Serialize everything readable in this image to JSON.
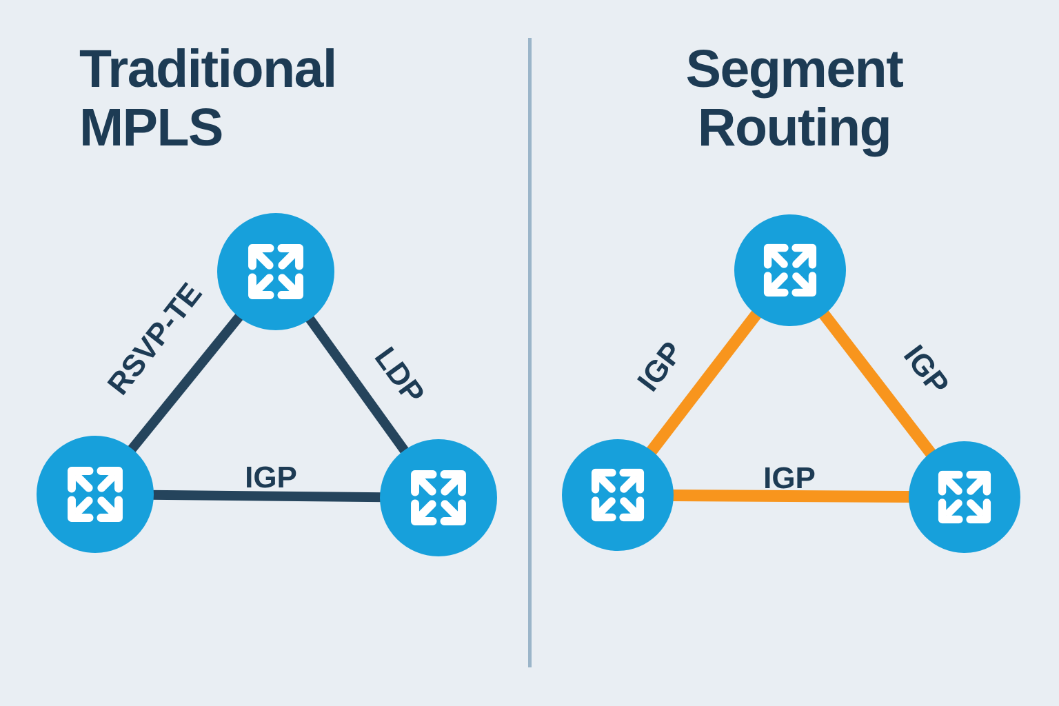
{
  "colors": {
    "background": "#e9eef3",
    "panel_divider": "#9bb5c9",
    "navy": "#25445c",
    "title_text": "#1d3b54",
    "router_blue": "#17a0db",
    "link_orange": "#f8951d",
    "arrow_white": "#ffffff"
  },
  "left_panel": {
    "title": "Traditional\nMPLS",
    "link_labels": {
      "left": "RSVP-TE",
      "right": "LDP",
      "bottom": "IGP"
    }
  },
  "right_panel": {
    "title": "Segment\nRouting",
    "link_labels": {
      "left": "IGP",
      "right": "IGP",
      "bottom": "IGP"
    }
  },
  "icons": {
    "router_node": "router-expand-arrows-icon"
  }
}
